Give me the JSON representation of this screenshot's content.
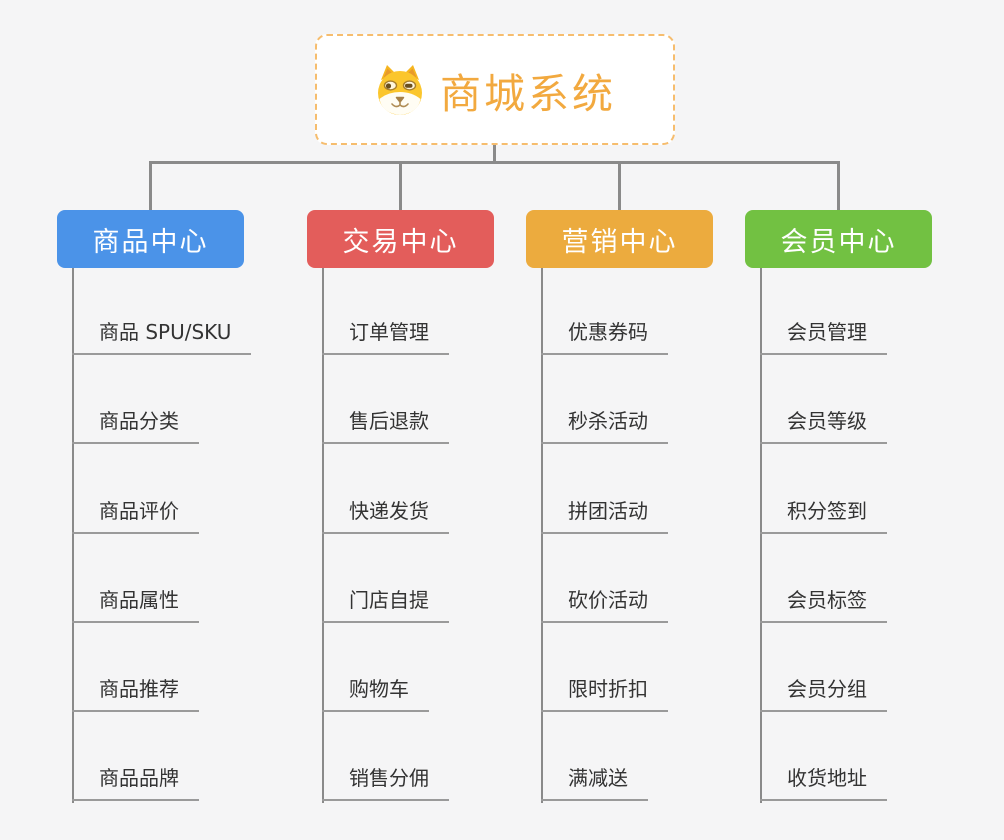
{
  "root": {
    "label": "商城系统",
    "icon": "dog-face-icon",
    "text_color": "#f2a93f",
    "border_color": "#f6bd6e"
  },
  "connector_color": "#8a8a8a",
  "background_color": "#f5f5f6",
  "branches": [
    {
      "key": "product",
      "label": "商品中心",
      "color": "#4b93e8",
      "children": [
        "商品 SPU/SKU",
        "商品分类",
        "商品评价",
        "商品属性",
        "商品推荐",
        "商品品牌"
      ]
    },
    {
      "key": "trade",
      "label": "交易中心",
      "color": "#e35d5b",
      "children": [
        "订单管理",
        "售后退款",
        "快递发货",
        "门店自提",
        "购物车",
        "销售分佣"
      ]
    },
    {
      "key": "marketing",
      "label": "营销中心",
      "color": "#ecab3e",
      "children": [
        "优惠券码",
        "秒杀活动",
        "拼团活动",
        "砍价活动",
        "限时折扣",
        "满减送"
      ]
    },
    {
      "key": "member",
      "label": "会员中心",
      "color": "#72c142",
      "children": [
        "会员管理",
        "会员等级",
        "积分签到",
        "会员标签",
        "会员分组",
        "收货地址"
      ]
    }
  ]
}
